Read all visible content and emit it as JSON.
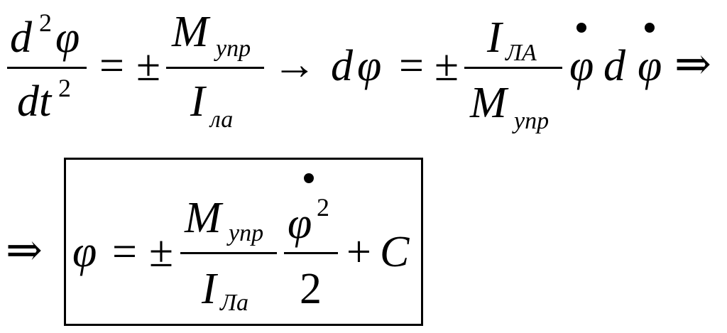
{
  "formula": {
    "line1": {
      "d": "d",
      "sup2": "2",
      "phi": "φ",
      "dt": "dt",
      "eq": "=",
      "pm": "±",
      "M": "M",
      "sub_upr": "упр",
      "I": "I",
      "sub_la": "ла",
      "arrow": "→",
      "sub_LA": "ЛА",
      "implies": "⇒"
    },
    "line2": {
      "implies": "⇒",
      "phi": "φ",
      "eq": "=",
      "pm": "±",
      "M": "M",
      "sub_upr": "упр",
      "I": "I",
      "sub_La": "Ла",
      "sup2": "2",
      "two": "2",
      "plus": "+",
      "C": "C"
    }
  }
}
